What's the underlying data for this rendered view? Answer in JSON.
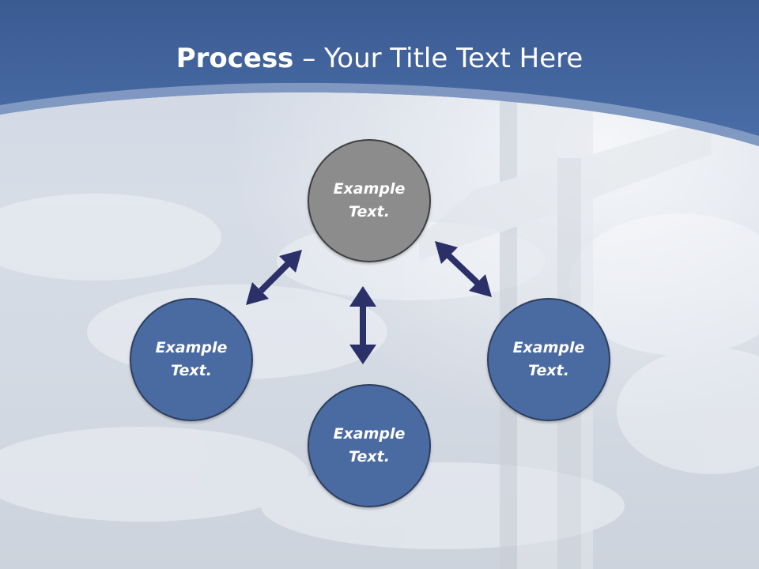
{
  "title": {
    "bold": "Process",
    "rest": " – Your Title Text Here"
  },
  "nodes": {
    "top": {
      "line1": "Example",
      "line2": "Text."
    },
    "left": {
      "line1": "Example",
      "line2": "Text."
    },
    "bottom": {
      "line1": "Example",
      "line2": "Text."
    },
    "right": {
      "line1": "Example",
      "line2": "Text."
    }
  },
  "colors": {
    "header_blue": "#4566a0",
    "node_blue": "#4a6aa2",
    "node_gray": "#8c8c8c",
    "arrow_navy": "#2b3068"
  }
}
